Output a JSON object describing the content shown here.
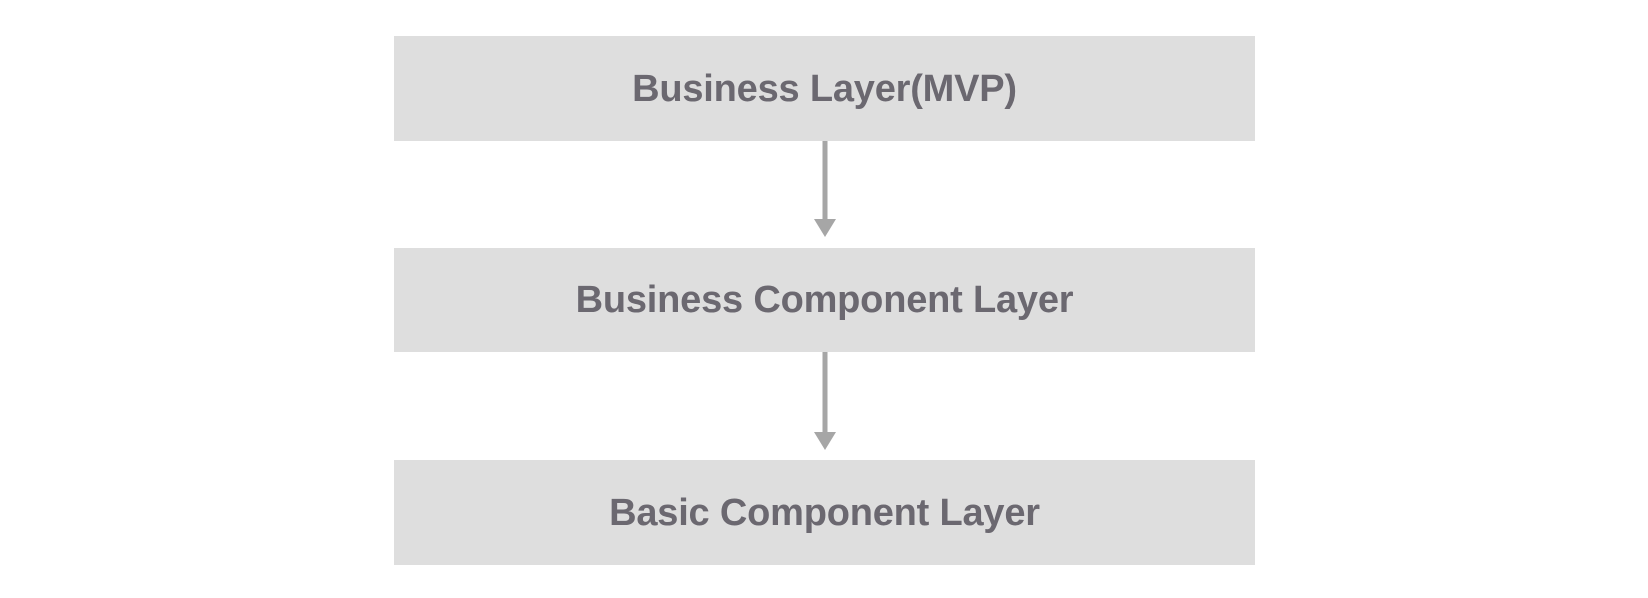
{
  "diagram": {
    "type": "flowchart",
    "orientation": "vertical-top-down",
    "background_color": "#ffffff",
    "box_fill_color": "#dedede",
    "box_text_color": "#6b6870",
    "arrow_color": "#a6a6a6",
    "nodes": [
      {
        "id": "business-layer",
        "label": "Business Layer(MVP)",
        "order": 1
      },
      {
        "id": "business-component-layer",
        "label": "Business Component Layer",
        "order": 2
      },
      {
        "id": "basic-component-layer",
        "label": "Basic Component Layer",
        "order": 3
      }
    ],
    "edges": [
      {
        "id": "business-to-component",
        "from": "business-layer",
        "to": "business-component-layer",
        "style": "solid-arrow-down"
      },
      {
        "id": "component-to-basic",
        "from": "business-component-layer",
        "to": "basic-component-layer",
        "style": "solid-arrow-down"
      }
    ]
  }
}
